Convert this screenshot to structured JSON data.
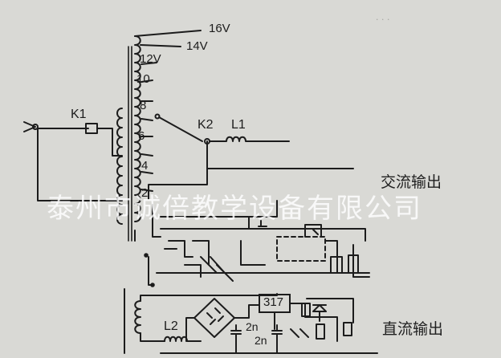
{
  "transformer": {
    "taps": [
      "16V",
      "14V",
      "12V",
      "10",
      "8",
      "6",
      "4",
      "2"
    ]
  },
  "components": {
    "k1": "K1",
    "k2": "K2",
    "l1": "L1",
    "l2": "L2",
    "regulator": "317",
    "cap1": "2n",
    "cap2": "2n"
  },
  "outputs": {
    "ac": "交流输出",
    "dc": "直流输出"
  },
  "watermark": "泰州市诚倍教学设备有限公司",
  "colors": {
    "paper": "#d9d9d5",
    "ink": "#1c1c1c"
  }
}
